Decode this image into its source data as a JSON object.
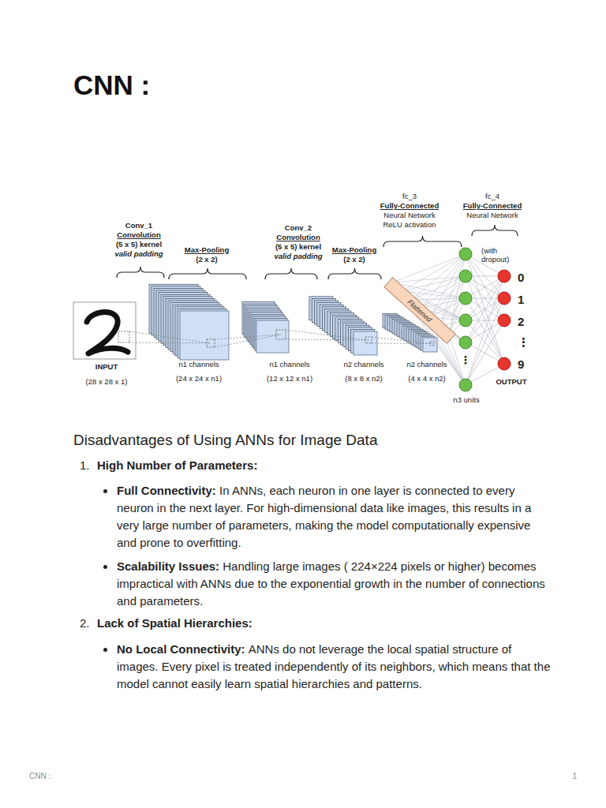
{
  "diagram": {
    "title": "CNN :",
    "nodes": [
      {
        "text": [
          "Flattened"
        ]
      }
    ],
    "labels": [
      "fc_3",
      "Fully-Connected",
      "Neural Network",
      "ReLU activation",
      "fc_4",
      "Fully-Connected",
      "Neural Network",
      "Conv_1",
      "Convolution",
      "(5 x 5) kernel",
      "valid padding",
      "Max-Pooling",
      "(2 x 2)",
      "Conv_2",
      "Convolution",
      "(5 x 5) kernel",
      "valid padding",
      "Max-Pooling",
      "(2 x 2)",
      "(with dropout)",
      "0",
      "1",
      "2",
      "⋮",
      "9",
      "INPUT",
      "(28 x 28 x 1)",
      "n1 channels",
      "(24 x 24 x n1)",
      "n1 channels",
      "(12 x 12 x n1)",
      "n2 channels",
      "(8 x 8 x n2)",
      "n2 channels",
      "(4 x 4 x n2)",
      "⋮",
      "OUTPUT",
      "n3 units",
      "Disadvantages of Using ANNs for Image Data",
      "1.",
      "High Number of Parameters:",
      "Full Connectivity:",
      "In ANNs, each neuron in one layer is connected to every neuron in the next layer. For high-dimensional data like images, this results in a very large number of parameters, making the model computationally expensive and prone to overfitting.",
      "Scalability Issues:",
      "Handling large images ( 224×224 pixels or higher) becomes impractical with ANNs due to the exponential growth in the number of connections and parameters.",
      "2.",
      "Lack of Spatial Hierarchies:",
      "No Local Connectivity:",
      "ANNs do not leverage the local spatial structure of images. Every pixel is treated independently of its neighbors, which means that the model cannot easily learn spatial hierarchies and patterns.",
      "CNN :",
      "1"
    ]
  }
}
